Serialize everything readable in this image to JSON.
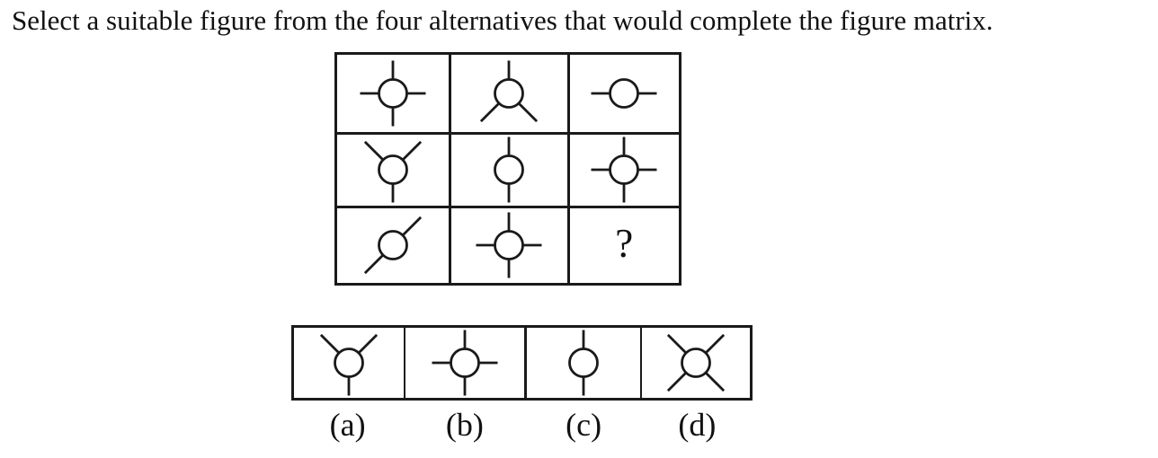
{
  "title": "Select a suitable figure from the four alternatives that would complete the figure matrix.",
  "colors": {
    "ink": "#1a1a1a",
    "paper": "#ffffff"
  },
  "matrix": {
    "rows": [
      [
        {
          "type": "figure",
          "name": "circle-spokes-up-down-left-right",
          "spokes": [
            "up",
            "down",
            "left",
            "right"
          ]
        },
        {
          "type": "figure",
          "name": "circle-spokes-up-downleft-downright",
          "spokes": [
            "up",
            "down-left",
            "down-right"
          ]
        },
        {
          "type": "figure",
          "name": "circle-spokes-left-right",
          "spokes": [
            "left",
            "right"
          ]
        }
      ],
      [
        {
          "type": "figure",
          "name": "circle-spokes-upleft-upright-down",
          "spokes": [
            "up-left",
            "up-right",
            "down"
          ]
        },
        {
          "type": "figure",
          "name": "circle-spokes-up-down",
          "spokes": [
            "up",
            "down"
          ]
        },
        {
          "type": "figure",
          "name": "circle-spokes-up-down-left-right",
          "spokes": [
            "up",
            "down",
            "left",
            "right"
          ]
        }
      ],
      [
        {
          "type": "figure",
          "name": "circle-spokes-upright-downleft",
          "spokes": [
            "up-right",
            "down-left"
          ]
        },
        {
          "type": "figure",
          "name": "circle-spokes-up-down-left-right",
          "spokes": [
            "up",
            "down",
            "left",
            "right"
          ]
        },
        {
          "type": "placeholder",
          "text": "?"
        }
      ]
    ]
  },
  "alternatives": [
    {
      "label": "(a)",
      "figure": {
        "name": "circle-spokes-upleft-upright-down",
        "spokes": [
          "up-left",
          "up-right",
          "down"
        ]
      }
    },
    {
      "label": "(b)",
      "figure": {
        "name": "circle-spokes-up-down-left-right",
        "spokes": [
          "up",
          "down",
          "left",
          "right"
        ]
      }
    },
    {
      "label": "(c)",
      "figure": {
        "name": "circle-spokes-up-down",
        "spokes": [
          "up",
          "down"
        ]
      }
    },
    {
      "label": "(d)",
      "figure": {
        "name": "circle-spokes-four-diagonals",
        "spokes": [
          "up-left",
          "up-right",
          "down-left",
          "down-right"
        ]
      }
    }
  ]
}
